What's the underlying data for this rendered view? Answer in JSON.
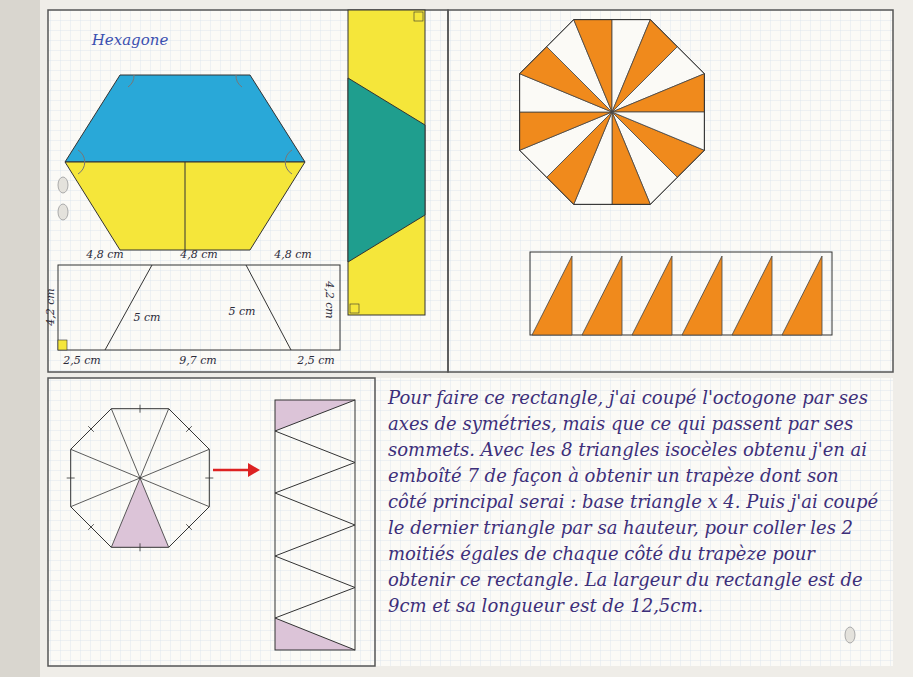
{
  "diagram": {
    "nodes": [
      {
        "text": [
          "Pour faire ce rectangle, j'ai coupé l'octogone par ses axes de symétries, mais que ce qui passent par ses sommets. Avec les 8 triangles isocèles obtenu j'en ai emboîté 7 de façon à obtenir un trapèze dont son côté principal serai : base triangle x 4. Puis j'ai coupé le dernier triangle par sa hauteur, pour coller les 2 moitiés égales de chaque côté du trapèze pour obtenir ce rectangle. La largeur du rectangle est de 9cm et sa longueur est de 12,5cm."
        ]
      }
    ],
    "labels": [
      "Hexagone",
      "4,8 cm",
      "4,8 cm",
      "4,8 cm",
      "4,2 cm",
      "5 cm",
      "5 cm",
      "4,2 cm",
      "2,5 cm",
      "9,7 cm",
      "2,5 cm"
    ]
  }
}
